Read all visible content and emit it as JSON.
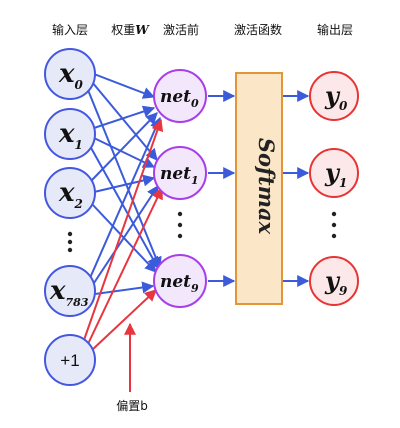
{
  "headers": {
    "input_layer": "输入层",
    "weights_prefix": "权重",
    "weights_symbol": "W",
    "pre_activation": "激活前",
    "activation_function": "激活函数",
    "output_layer": "输出层"
  },
  "input_nodes": [
    {
      "base": "x",
      "sub": "0"
    },
    {
      "base": "x",
      "sub": "1"
    },
    {
      "base": "x",
      "sub": "2"
    },
    {
      "base": "x",
      "sub": "783"
    }
  ],
  "bias_node": "+1",
  "net_nodes": [
    {
      "base": "net",
      "sub": "0"
    },
    {
      "base": "net",
      "sub": "1"
    },
    {
      "base": "net",
      "sub": "9"
    }
  ],
  "softmax_label": "Softmax",
  "output_nodes": [
    {
      "base": "y",
      "sub": "0"
    },
    {
      "base": "y",
      "sub": "1"
    },
    {
      "base": "y",
      "sub": "9"
    }
  ],
  "bias_label": "偏置b",
  "colors": {
    "input": "#4457e0",
    "input_fill": "#e6eaf8",
    "net": "#a83ee8",
    "net_fill": "#f2e7fb",
    "softmax_border": "#e39636",
    "softmax_fill": "#fbe6c7",
    "output": "#e83434",
    "output_fill": "#fce8e8",
    "weight_arrow": "#3b5bdb",
    "bias_arrow": "#e8353f"
  }
}
